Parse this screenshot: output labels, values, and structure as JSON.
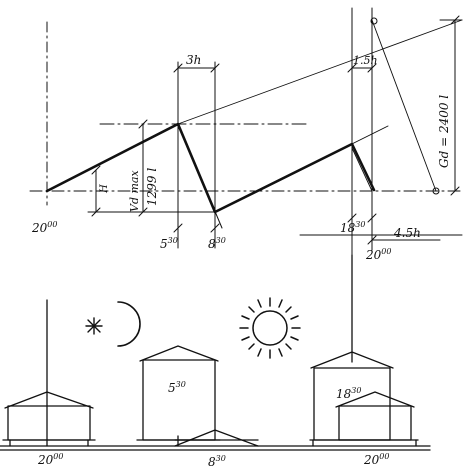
{
  "diagram": {
    "dimensions": {
      "span_3h": "3h",
      "span_1_5h": "1.5h",
      "span_4_5h": "4.5h",
      "gd": "Gd = 2400 l",
      "vd_max": "Vd max",
      "vd_value": "1299 l",
      "height_h": "H"
    },
    "time_labels": {
      "t_20_left": {
        "hour": "20",
        "min": "00"
      },
      "t_5": {
        "hour": "5",
        "min": "30"
      },
      "t_8": {
        "hour": "8",
        "min": "30"
      },
      "t_18": {
        "hour": "18",
        "min": "30"
      },
      "t_20_right": {
        "hour": "20",
        "min": "00"
      }
    },
    "tank_labels": {
      "tank_left": {
        "hour": "20",
        "min": "00"
      },
      "tank_5": {
        "hour": "5",
        "min": "30"
      },
      "tank_8": {
        "hour": "8",
        "min": "30"
      },
      "tank_18": {
        "hour": "18",
        "min": "30"
      },
      "tank_right": {
        "hour": "20",
        "min": "00"
      }
    },
    "icons": [
      "moon-icon",
      "star-icon",
      "sun-icon"
    ]
  }
}
